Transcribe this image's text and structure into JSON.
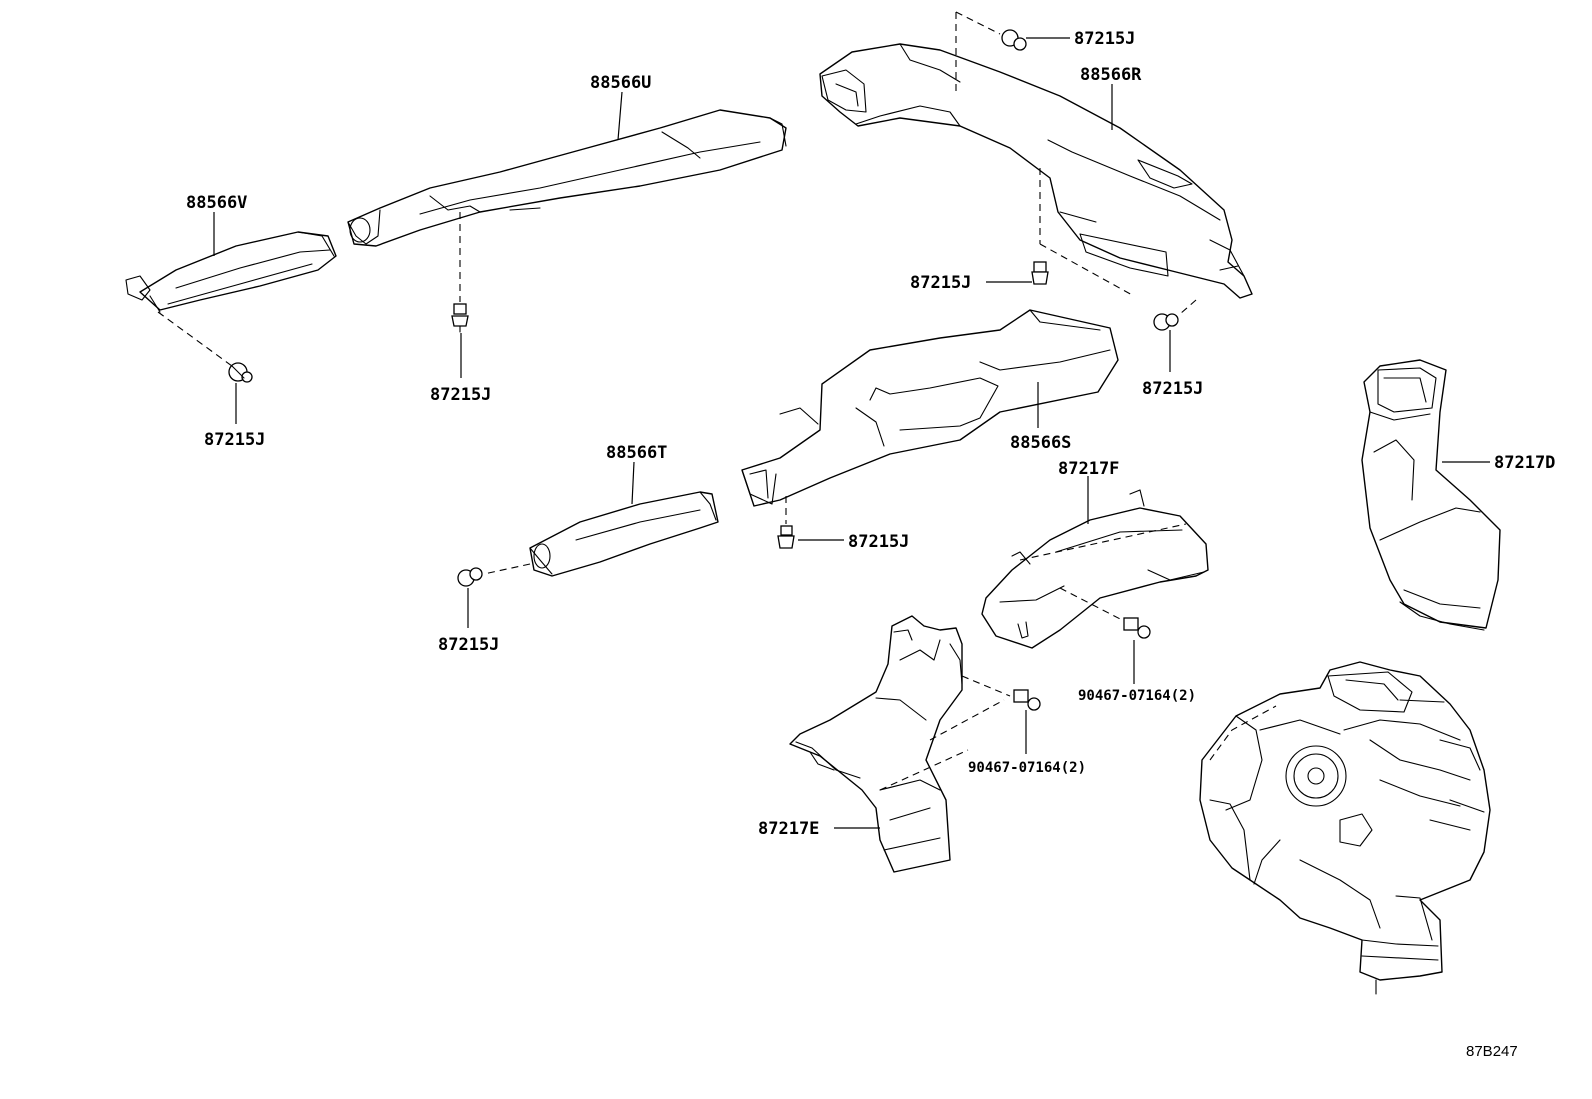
{
  "labels": {
    "p_88566U": "88566U",
    "p_88566V": "88566V",
    "p_88566R": "88566R",
    "p_88566S": "88566S",
    "p_88566T": "88566T",
    "p_87217D": "87217D",
    "p_87217E": "87217E",
    "p_87217F": "87217F",
    "c_a": "87215J",
    "c_b": "87215J",
    "c_c": "87215J",
    "c_d": "87215J",
    "c_e": "87215J",
    "c_f": "87215J",
    "c_g": "87215J",
    "s_a": "90467-07164(2)",
    "s_b": "90467-07164(2)"
  },
  "diagram_code": "87B247"
}
